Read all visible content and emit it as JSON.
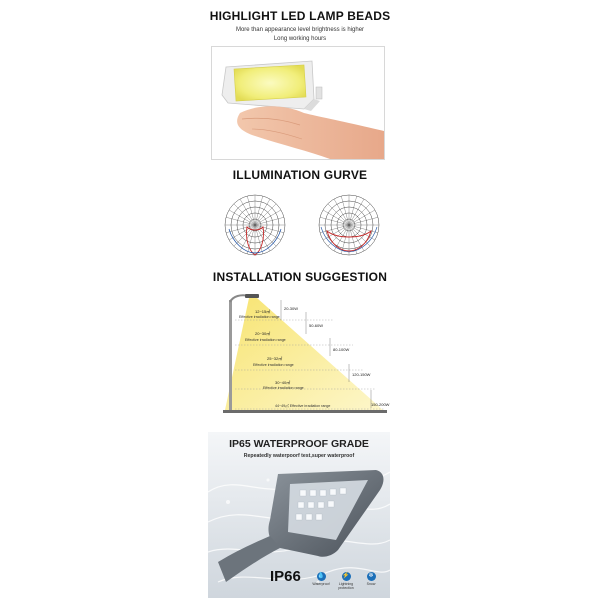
{
  "section1": {
    "title": "HIGHLIGHT LED LAMP BEADS",
    "subtitle_line1": "More than appearance level brightness is higher",
    "subtitle_line2": "Long working hours"
  },
  "section2": {
    "title": "ILLUMINATION GURVE"
  },
  "section3": {
    "title": "INSTALLATION SUGGESTION",
    "heights": [
      "20-30W",
      "50-60W",
      "80-100W",
      "120-150W",
      "150-200W"
    ],
    "ranges": [
      {
        "width": "12~15㎡",
        "label": "Effective irradiation range"
      },
      {
        "width": "20~30㎡",
        "label": "Effective irradiation range"
      },
      {
        "width": "25~32㎡",
        "label": "Effective irradiation range"
      },
      {
        "width": "30~40㎡",
        "label": "Effective irradiation range"
      },
      {
        "width": "44~49㎡",
        "label": "Effective irradiation range"
      }
    ]
  },
  "section4": {
    "title": "IP65 WATERPROOF GRADE",
    "subtitle": "Repeatedly waterpoorf test,super waterproof",
    "badge": "IP66",
    "features": [
      {
        "icon": "water-drop-icon",
        "label": "Waterproof"
      },
      {
        "icon": "lightning-icon",
        "label": "Lightning protection"
      },
      {
        "icon": "snowflake-icon",
        "label": "Snow"
      }
    ],
    "accent_color": "#1c6fb8"
  }
}
